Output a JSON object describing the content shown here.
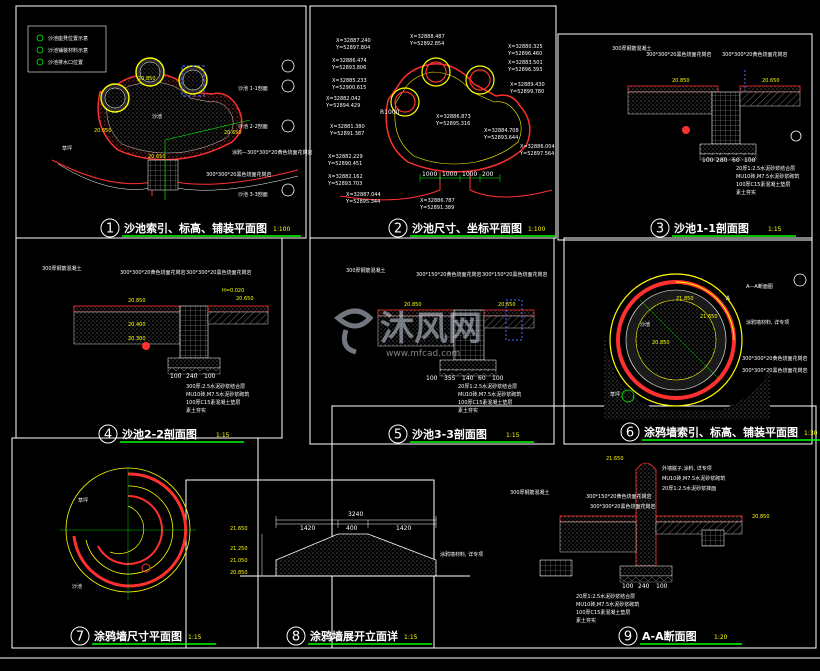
{
  "panels": [
    {
      "num": "1",
      "title": "沙池索引、标高、铺装平面图",
      "scale": "1:100"
    },
    {
      "num": "2",
      "title": "沙池尺寸、坐标平面图",
      "scale": "1:100"
    },
    {
      "num": "3",
      "title": "沙池1-1剖面图",
      "scale": "1:15"
    },
    {
      "num": "4",
      "title": "沙池2-2剖面图",
      "scale": "1:15"
    },
    {
      "num": "5",
      "title": "沙池3-3剖面图",
      "scale": "1:15"
    },
    {
      "num": "6",
      "title": "涂鸦墙索引、标高、铺装平面图",
      "scale": "1:30"
    },
    {
      "num": "7",
      "title": "涂鸦墙尺寸平面图",
      "scale": "1:15"
    },
    {
      "num": "8",
      "title": "涂鸦墙展开立面详",
      "scale": "1:15"
    },
    {
      "num": "9",
      "title": "A-A断面图",
      "scale": "1:20"
    }
  ],
  "legend": [
    "沙池座凳位置示意",
    "沙池铺装材料示意",
    "沙池排水口位置"
  ],
  "p1_labels": {
    "elev1": "20.850",
    "elev2": "20.650",
    "elev3": "20.650",
    "elev4": "20.650",
    "sand": "沙池",
    "lawn": "草坪",
    "note1": "涂鸦—300*300*20黄色烧面花岗岩",
    "note2": "300*300*20黑色烧面花岗岩",
    "note3": "沙池 1-1剖面",
    "note4": "沙池 2-2剖面",
    "note5": "沙池 3-3剖面"
  },
  "p2_coords": [
    "X=32887.240",
    "Y=52897.804",
    "X=32888.487",
    "Y=52892.854",
    "X=32886.474",
    "Y=52893.806",
    "X=32885.233",
    "Y=52900.615",
    "X=32882.042",
    "Y=52894.429",
    "X=32881.380",
    "Y=52891.387",
    "X=32882.229",
    "Y=52890.451",
    "X=32882.162",
    "Y=52893.703",
    "X=32887.044",
    "Y=52895.344",
    "X=32886.787",
    "Y=52891.389",
    "X=32886.873",
    "Y=52895.316",
    "X=32884.708",
    "Y=52893.644",
    "X=32880.325",
    "Y=52896.460",
    "X=32883.501",
    "Y=52896.393",
    "X=32889.430",
    "Y=52899.780",
    "X=32886.004",
    "Y=52897.564"
  ],
  "p2_dims": [
    "R1000",
    "1000",
    "1000",
    "1000",
    "200"
  ],
  "p3_labels": {
    "top1": "300厚钢筋混凝土",
    "top2": "300*300*20黑色烧面花岗岩",
    "top3": "300*300*20黄色烧面花岗岩",
    "elev1": "20.850",
    "elev2": "20.650",
    "layer1": "20厚1:2.5水泥砂浆结合层",
    "layer2": "MU10砖,M7.5水泥砂浆砌筑",
    "layer3": "100厚C15素混凝土垫层",
    "layer4": "素土夯实",
    "dims": [
      "100",
      "280",
      "60",
      "100"
    ]
  },
  "p4_labels": {
    "top1": "300厚钢筋混凝土",
    "top2": "300*300*20黄色烧面花岗岩",
    "top3": "300*300*20黑色烧面花岗岩",
    "elev1": "20.850",
    "elev2": "20.650",
    "elev3": "20.400",
    "elev4": "20.300",
    "elevTop": "H=0.020",
    "layer1": "300厚:2.5水泥砂浆结合层",
    "layer2": "MU10砖,M7.5水泥砂浆砌筑",
    "layer3": "100厚C15素混凝土垫层",
    "layer4": "素土夯实",
    "dims": [
      "100",
      "240",
      "100"
    ]
  },
  "p5_labels": {
    "top1": "300厚钢筋混凝土",
    "top2": "300*150*20黄色烧面花岗岩",
    "top3": "300*150*20黑色烧面花岗岩",
    "elev1": "20.850",
    "elev2": "20.650",
    "layer1": "20厚1:2.5水泥砂浆结合层",
    "layer2": "MU10砖,M7.5水泥砂浆砌筑",
    "layer3": "100厚C15素混凝土垫层",
    "layer4": "素土夯实",
    "dims": [
      "100",
      "355",
      "140",
      "60",
      "100"
    ]
  },
  "p6_labels": {
    "elev1": "21.850",
    "elev2": "21.650",
    "elev3": "20.850",
    "note1": "A—A断面图",
    "note2": "涂鸦墙材料, 详专项",
    "note3": "300*300*20黄色烧面花岗岩",
    "note4": "300*300*20黑色烧面花岗岩",
    "sand": "沙池",
    "lawn": "草坪",
    "mark": "A"
  },
  "p7_labels": {
    "lawn": "草坪",
    "sand": "沙池"
  },
  "p8_labels": {
    "total": "3240",
    "d1": "1420",
    "d2": "400",
    "d3": "1420",
    "e1": "21.650",
    "e2": "21.250",
    "e3": "21.050",
    "e4": "20.850",
    "note": "涂鸦墙材料, 详专项"
  },
  "p9_labels": {
    "elev1": "21.650",
    "elev2": "20.850",
    "top1": "300厚钢筋混凝土",
    "top2": "300*150*20黄色烧面花岗岩",
    "top3": "300*300*20黑色烧面花岗岩",
    "side1": "外墙腻子,涂料, 详专项",
    "side2": "MU10砖,M7.5水泥砂浆砌筑",
    "side3": "20厚1:2.5水泥砂浆抹面",
    "layer1": "20厚1:2.5水泥砂浆结合层",
    "layer2": "MU10砖,M7.5水泥砂浆砌筑",
    "layer3": "100厚C15素混凝土垫层",
    "layer4": "素土夯实",
    "dims": [
      "100",
      "240",
      "100"
    ]
  },
  "watermark": {
    "name": "沐风网",
    "url": "www.mfcad.com"
  }
}
